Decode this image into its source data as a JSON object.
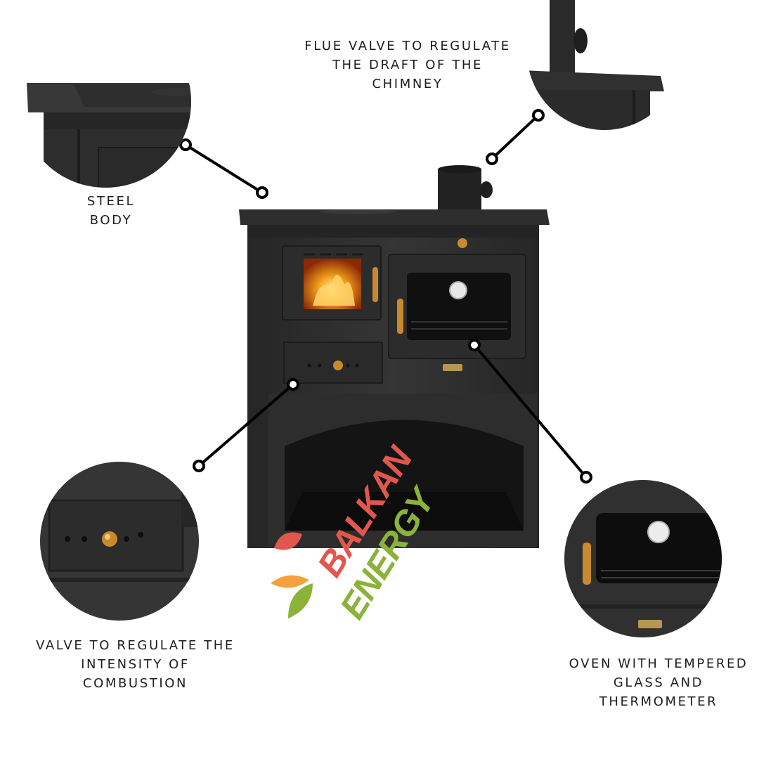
{
  "captions": {
    "flue": [
      "FLUE VALVE TO REGULATE",
      "THE DRAFT OF THE",
      "CHIMNEY"
    ],
    "body": [
      "STEEL",
      "BODY"
    ],
    "valve": [
      "VALVE TO REGULATE THE",
      "INTENSITY OF",
      "COMBUSTION"
    ],
    "oven": [
      "OVEN WITH TEMPERED",
      "GLASS AND",
      "THERMOMETER"
    ]
  },
  "logo": {
    "word1": "BALKAN",
    "word2": "ENERGY"
  },
  "colors": {
    "stove": "#2b2b2b",
    "brass": "#c98a2e",
    "logo_red": "#e2574c",
    "logo_green": "#8bb33a",
    "logo_orange": "#f2a13b"
  }
}
